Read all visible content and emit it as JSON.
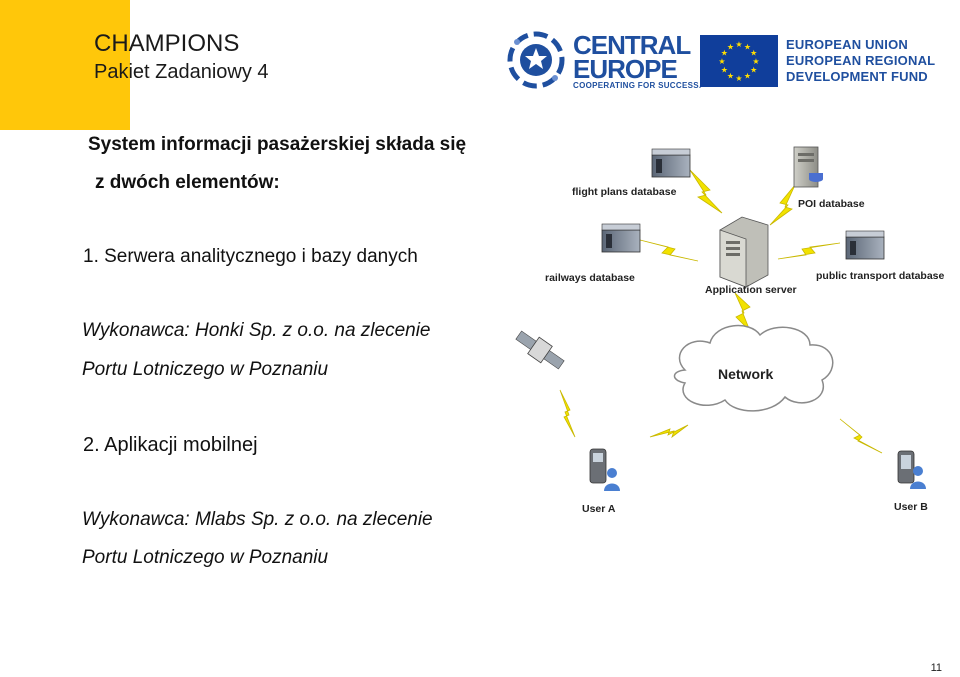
{
  "header": {
    "title": "CHAMPIONS",
    "subtitle": "Pakiet Zadaniowy 4"
  },
  "logos": {
    "central_europe": {
      "line1": "CENTRAL",
      "line2": "EUROPE",
      "tagline": "COOPERATING FOR SUCCESS."
    },
    "eu": {
      "line1": "EUROPEAN UNION",
      "line2": "EUROPEAN REGIONAL",
      "line3": "DEVELOPMENT FUND"
    }
  },
  "content": {
    "intro_line1": "System informacji pasażerskiej składa się",
    "intro_line2": "z dwóch elementów:",
    "item1": "1. Serwera analitycznego i bazy danych",
    "item1_contractor": "Wykonawca: Honki Sp. z o.o. na zlecenie",
    "item1_client": "Portu Lotniczego w Poznaniu",
    "item2": "2. Aplikacji mobilnej",
    "item2_contractor": "Wykonawca: Mlabs Sp. z o.o. na zlecenie",
    "item2_client": "Portu Lotniczego w Poznaniu"
  },
  "diagram": {
    "labels": {
      "flight_plans": "flight plans database",
      "poi": "POI database",
      "railways": "railways database",
      "app_server": "Application server",
      "public_transport": "public transport database",
      "network": "Network",
      "user_a": "User A",
      "user_b": "User B"
    }
  },
  "footer": {
    "page_number": "11"
  },
  "colors": {
    "accent_yellow": "#FFC70A",
    "brand_blue": "#1f4f9f",
    "eu_blue": "#103E9B",
    "eu_star": "#FFDD00",
    "bolt_yellow": "#F2E200"
  }
}
